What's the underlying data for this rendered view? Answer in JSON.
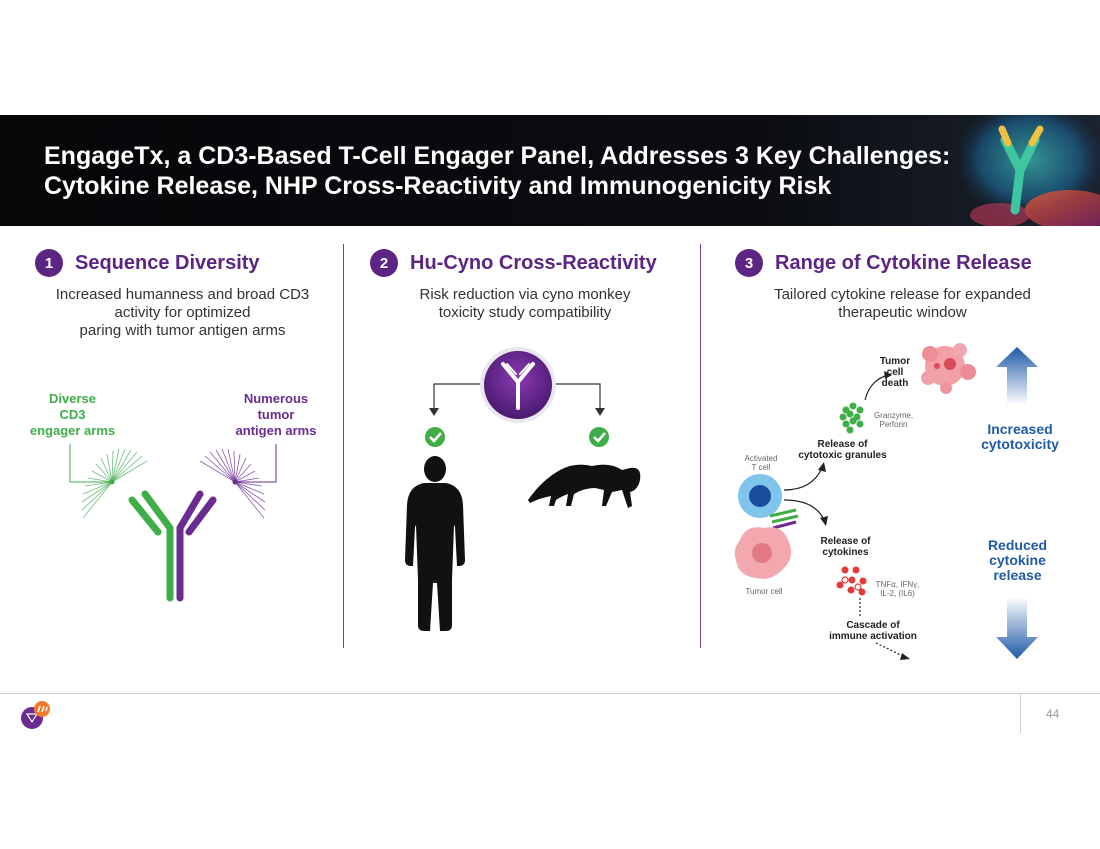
{
  "slide": {
    "title_line1": "EngageTx, a CD3-Based T-Cell Engager Panel, Addresses 3 Key Challenges:",
    "title_line2": "Cytokine Release, NHP Cross-Reactivity and Immunogenicity Risk",
    "page_number": "44"
  },
  "sections": [
    {
      "number": "1",
      "title": "Sequence Diversity",
      "desc_lines": [
        "Increased humanness and broad CD3",
        "activity for optimized",
        "paring with tumor antigen arms"
      ],
      "label_left": [
        "Diverse",
        "CD3",
        "engager arms"
      ],
      "label_right": [
        "Numerous",
        "tumor",
        "antigen arms"
      ]
    },
    {
      "number": "2",
      "title": "Hu-Cyno Cross-Reactivity",
      "desc_lines": [
        "Risk reduction via cyno monkey",
        "toxicity study compatibility"
      ]
    },
    {
      "number": "3",
      "title": "Range of Cytokine Release",
      "desc_lines": [
        "Tailored cytokine release for expanded",
        "therapeutic window"
      ],
      "diagram": {
        "tumor_cell_death": [
          "Tumor",
          "cell",
          "death"
        ],
        "granzyme": [
          "Granzyme,",
          "Perforin"
        ],
        "release_granules": [
          "Release of",
          "cytotoxic granules"
        ],
        "activated_t_cell": [
          "Activated",
          "T cell"
        ],
        "release_cytokines": [
          "Release of",
          "cytokines"
        ],
        "cytokine_list": [
          "TNFα, IFNγ,",
          "IL-2, (IL6)"
        ],
        "tumor_cell": "Tumor cell",
        "cascade": [
          "Cascade of",
          "immune activation"
        ],
        "increased": [
          "Increased",
          "cytotoxicity"
        ],
        "reduced": [
          "Reduced",
          "cytokine",
          "release"
        ]
      }
    }
  ],
  "colors": {
    "purple": "#5c2584",
    "green": "#3fae49",
    "blue": "#1e5aa8",
    "banner": "#0b0d12"
  }
}
